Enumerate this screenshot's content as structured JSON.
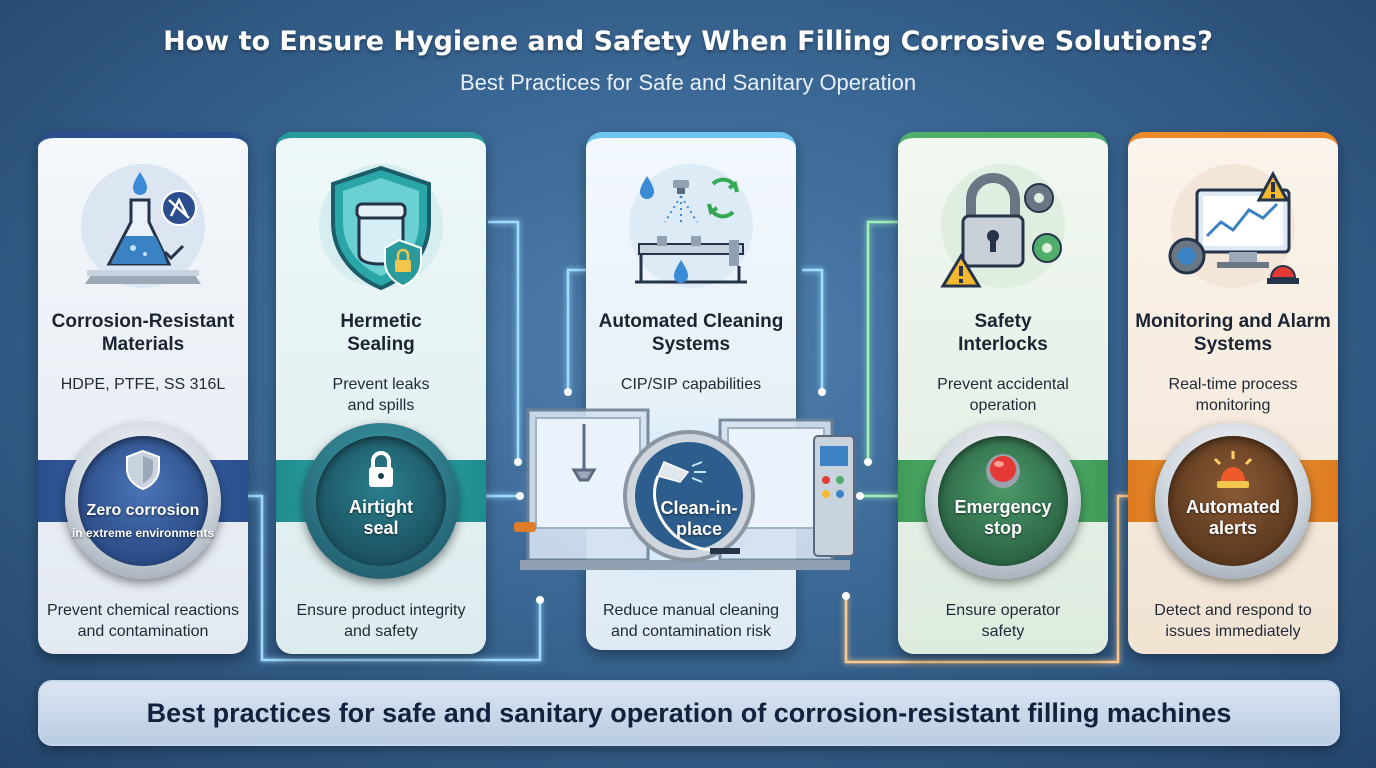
{
  "header": {
    "title": "How to Ensure Hygiene and Safety When Filling Corrosive Solutions?",
    "subtitle": "Best Practices for Safe and Sanitary Operation"
  },
  "cards": [
    {
      "title": "Corrosion-Resistant Materials",
      "description": "HDPE, PTFE, SS 316L",
      "badge_main": "Zero corrosion",
      "badge_sub": "in extreme environments",
      "bottom": "Prevent chemical reactions and contamination",
      "icon": "flask-icon",
      "accent": "#2c4e8e"
    },
    {
      "title": "Hermetic Sealing",
      "description": "Prevent leaks and spills",
      "badge_main": "Airtight seal",
      "bottom": "Ensure product integrity and safety",
      "icon": "shield-jar-icon",
      "accent": "#2a9a9c"
    },
    {
      "title": "Automated Cleaning Systems",
      "description": "CIP/SIP capabilities",
      "badge_main": "Clean-in-place",
      "bottom": "Reduce manual cleaning and contamination risk",
      "icon": "spray-nozzle-icon",
      "accent": "#6fc3ee"
    },
    {
      "title": "Safety Interlocks",
      "description": "Prevent accidental operation",
      "badge_main": "Emergency stop",
      "bottom": "Ensure operator safety",
      "icon": "padlock-gear-icon",
      "accent": "#4fae6a"
    },
    {
      "title": "Monitoring and Alarm Systems",
      "description": "Real-time process monitoring",
      "badge_main": "Automated alerts",
      "bottom": "Detect and respond to issues immediately",
      "icon": "monitor-alarm-icon",
      "accent": "#ea8a2a"
    }
  ],
  "footer": {
    "text": "Best practices for safe and sanitary operation of corrosion-resistant filling machines"
  }
}
